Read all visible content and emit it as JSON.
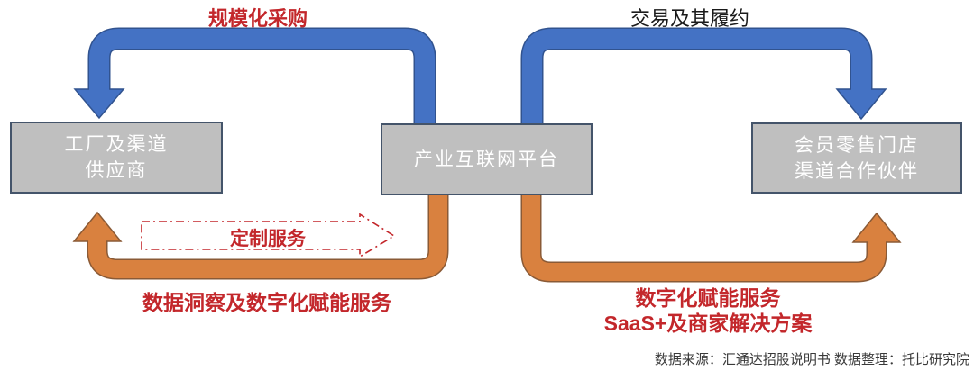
{
  "nodes": {
    "supplier": {
      "line1": "工厂及渠道",
      "line2": "供应商"
    },
    "platform": {
      "line1": "产业互联网平台"
    },
    "retail": {
      "line1": "会员零售门店",
      "line2": "渠道合作伙伴"
    }
  },
  "arrows": {
    "scale_procurement": {
      "label": "规模化采购",
      "direction": "platform → supplier",
      "color": "#4472C4",
      "outline": "#31538F"
    },
    "transaction": {
      "label": "交易及其履约",
      "direction": "platform → retail",
      "color": "#4472C4",
      "outline": "#31538F"
    },
    "custom_service": {
      "label": "定制服务",
      "direction": "supplier → platform",
      "style": "dash-dot outline block arrow",
      "color": "#C3272B"
    },
    "data_insight": {
      "label": "数据洞察及数字化赋能服务",
      "direction": "platform → supplier",
      "color": "#D9813F",
      "outline": "#8A5A36"
    },
    "digital_enablement": {
      "label_line1": "数字化赋能服务",
      "label_line2": "SaaS+及商家解决方案",
      "direction": "platform → retail",
      "color": "#D9813F",
      "outline": "#8A5A36"
    }
  },
  "footer": "数据来源：汇通达招股说明书 数据整理：托比研究院",
  "colors": {
    "red_label": "#C3272B",
    "black_label": "#1A1A1A",
    "box_fill": "#BFBFBF",
    "box_border": "#44546A",
    "box_text": "#FFFFFF",
    "footer_text": "#3A3A3A",
    "background": "#FFFFFF"
  }
}
